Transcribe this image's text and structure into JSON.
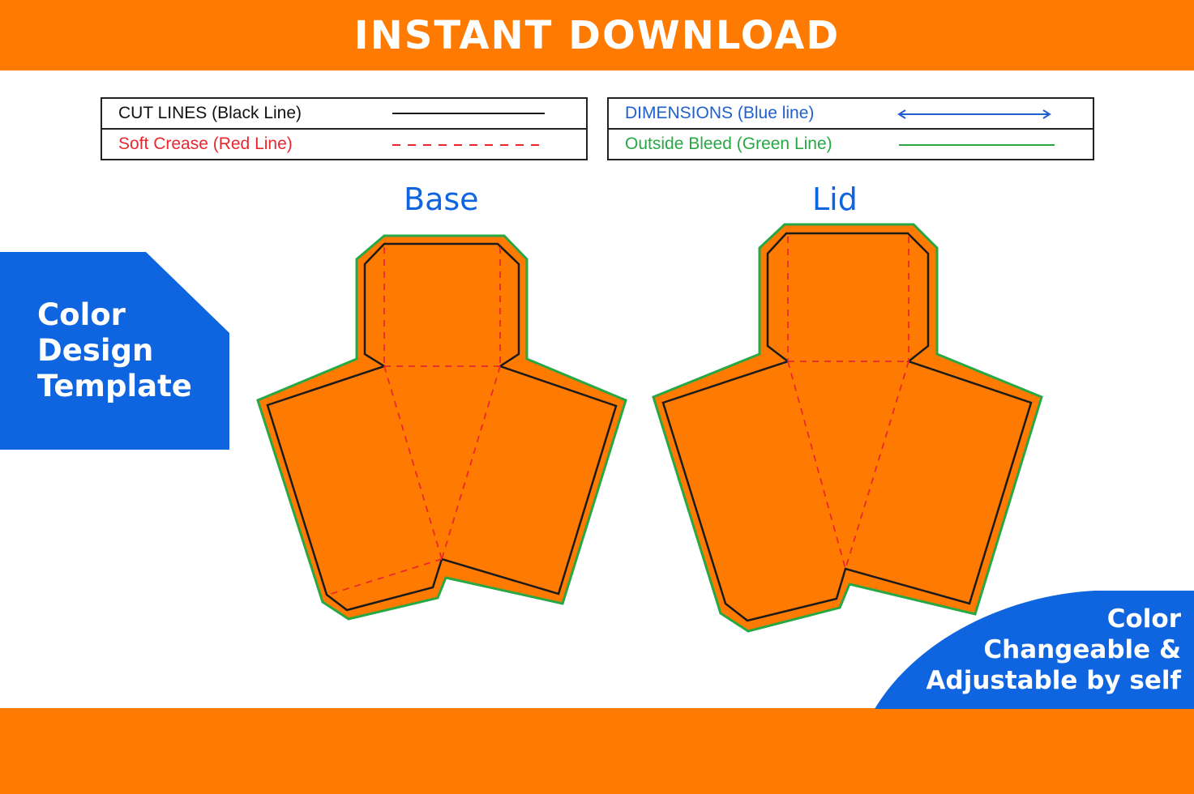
{
  "banner": {
    "text": "INSTANT DOWNLOAD"
  },
  "legend_left": {
    "cut_lines": "CUT LINES (Black Line)",
    "soft_crease": "Soft Crease (Red Line)"
  },
  "legend_right": {
    "dimensions": "DIMENSIONS (Blue line)",
    "outside_bleed": "Outside Bleed (Green Line)"
  },
  "diagrams": {
    "base_title": "Base",
    "lid_title": "Lid"
  },
  "left_badge": {
    "line1": "Color",
    "line2": "Design",
    "line3": "Template"
  },
  "right_badge": {
    "line1": "Color",
    "line2": "Changeable &",
    "line3": "Adjustable by self"
  },
  "colors": {
    "orange": "#ff7a00",
    "blue": "#0f64e0",
    "black_cut": "#1a1a1a",
    "red_crease": "#e8282e",
    "green_bleed": "#27a844",
    "dimension_blue": "#1f5fcf"
  }
}
